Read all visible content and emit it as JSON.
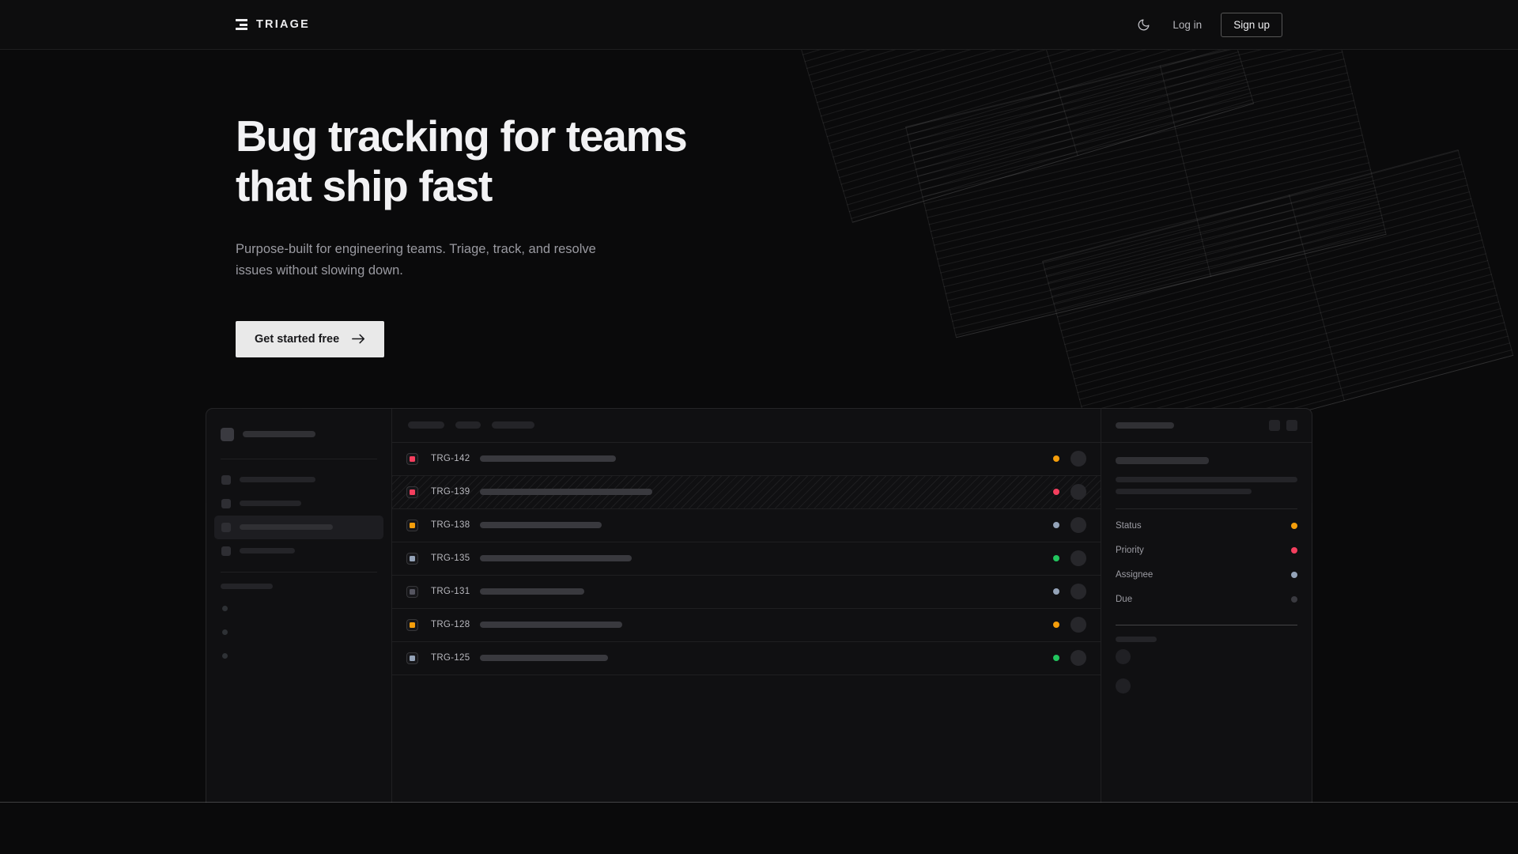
{
  "brand": {
    "name": "TRIAGE",
    "mark_icon": "triage-bars-icon"
  },
  "nav": {
    "theme_toggle_icon": "moon-icon",
    "login_label": "Log in",
    "signup_label": "Sign up"
  },
  "hero": {
    "heading_line1": "Bug tracking for teams",
    "heading_line2": "that ship fast",
    "subheading": "Purpose-built for engineering teams. Triage, track, and resolve issues without slowing down.",
    "cta_label": "Get started free",
    "cta_icon": "arrow-right-icon"
  },
  "colors": {
    "page_bg": "#0a0a0b",
    "nav_bg": "#0d0d0e",
    "panel_bg": "#101012",
    "text_primary": "#f2f2f4",
    "text_muted": "#9a9aa1",
    "cta_bg": "#e9e9e9",
    "border": "rgba(255,255,255,0.085)",
    "status_orange": "#f59e0b",
    "status_pink": "#f43f5e",
    "status_slate": "#94a3b8",
    "status_green": "#22c55e",
    "status_dim": "#3a3a40"
  },
  "mockup": {
    "sidebar": {
      "workspace_width": 92,
      "nav_items": [
        {
          "width": 96,
          "active": false
        },
        {
          "width": 78,
          "active": false
        },
        {
          "width": 118,
          "active": true
        },
        {
          "width": 70,
          "active": false
        }
      ],
      "section_label_width": 66,
      "bullet_count": 3
    },
    "list": {
      "header_pills": [
        46,
        32,
        54
      ],
      "rows": [
        {
          "key": "TRG-142",
          "priority_color": "#f43f5e",
          "title_width": 172,
          "status_color": "#f59e0b",
          "selected": false
        },
        {
          "key": "TRG-139",
          "priority_color": "#f43f5e",
          "title_width": 218,
          "status_color": "#f43f5e",
          "selected": true
        },
        {
          "key": "TRG-138",
          "priority_color": "#f59e0b",
          "title_width": 154,
          "status_color": "#94a3b8",
          "selected": false
        },
        {
          "key": "TRG-135",
          "priority_color": "#94a3b8",
          "title_width": 192,
          "status_color": "#22c55e",
          "selected": false
        },
        {
          "key": "TRG-131",
          "priority_color": "#555560",
          "title_width": 132,
          "status_color": "#94a3b8",
          "selected": false
        },
        {
          "key": "TRG-128",
          "priority_color": "#f59e0b",
          "title_width": 180,
          "status_color": "#f59e0b",
          "selected": false
        },
        {
          "key": "TRG-125",
          "priority_color": "#94a3b8",
          "title_width": 162,
          "status_color": "#22c55e",
          "selected": false
        }
      ]
    },
    "detail": {
      "header_title_width": 74,
      "action_button_count": 2,
      "title_width": 118,
      "body_line_widths": [
        230,
        172
      ],
      "meta": [
        {
          "label": "Status",
          "dot_color": "#f59e0b"
        },
        {
          "label": "Priority",
          "dot_color": "#f43f5e"
        },
        {
          "label": "Assignee",
          "dot_color": "#94a3b8"
        },
        {
          "label": "Due",
          "dot_color": "#3a3a40"
        }
      ],
      "footer_label_width": 52,
      "footer_avatar_count": 2
    }
  }
}
